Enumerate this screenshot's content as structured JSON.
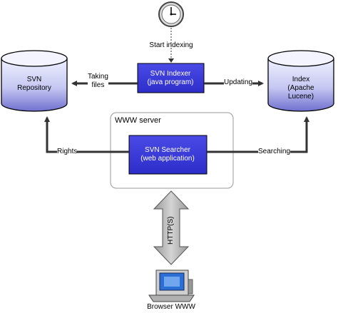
{
  "scheduler": {
    "label": "Start indexing"
  },
  "svn_repository": {
    "line1": "SVN",
    "line2": "Repository"
  },
  "index": {
    "line1": "Index",
    "line2": "(Apache Lucene)"
  },
  "indexer": {
    "line1": "SVN Indexer",
    "line2": "(java program)"
  },
  "www_server": {
    "title": "WWW server"
  },
  "searcher": {
    "line1": "SVN Searcher",
    "line2": "(web application)"
  },
  "edges": {
    "taking_files_1": "Taking",
    "taking_files_2": "files",
    "updating": "Updating",
    "rights": "Rights",
    "searching": "Searching",
    "http": "HTTP(S)"
  },
  "client": {
    "label": "Browser WWW"
  },
  "colors": {
    "box_fill": "#3b3bdc",
    "cylinder_top": "#e8e8ff",
    "cylinder_bottom": "#6f6fd0",
    "arrow": "#333333",
    "http_arrow": "#bdbdbd"
  }
}
